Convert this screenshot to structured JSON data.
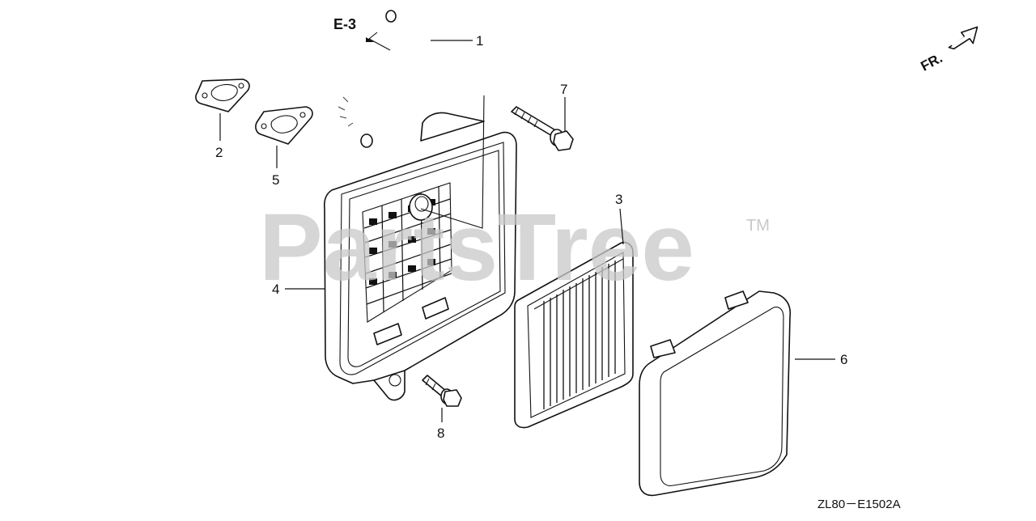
{
  "watermark": {
    "brand": "PartsTree",
    "trademark": "TM"
  },
  "section_ref": "E-3",
  "front_indicator": "FR.",
  "diagram_code": "ZL80－E1502A",
  "parts": [
    {
      "callout": "1",
      "part": "breather-tube"
    },
    {
      "callout": "2",
      "part": "gasket-a"
    },
    {
      "callout": "3",
      "part": "filter-element"
    },
    {
      "callout": "4",
      "part": "air-cleaner-case"
    },
    {
      "callout": "5",
      "part": "gasket-b"
    },
    {
      "callout": "6",
      "part": "air-cleaner-cover"
    },
    {
      "callout": "7",
      "part": "flange-bolt-long"
    },
    {
      "callout": "8",
      "part": "flange-bolt-short"
    }
  ],
  "colors": {
    "line": "#111111",
    "watermark": "#c8c8c8",
    "background": "#ffffff"
  }
}
